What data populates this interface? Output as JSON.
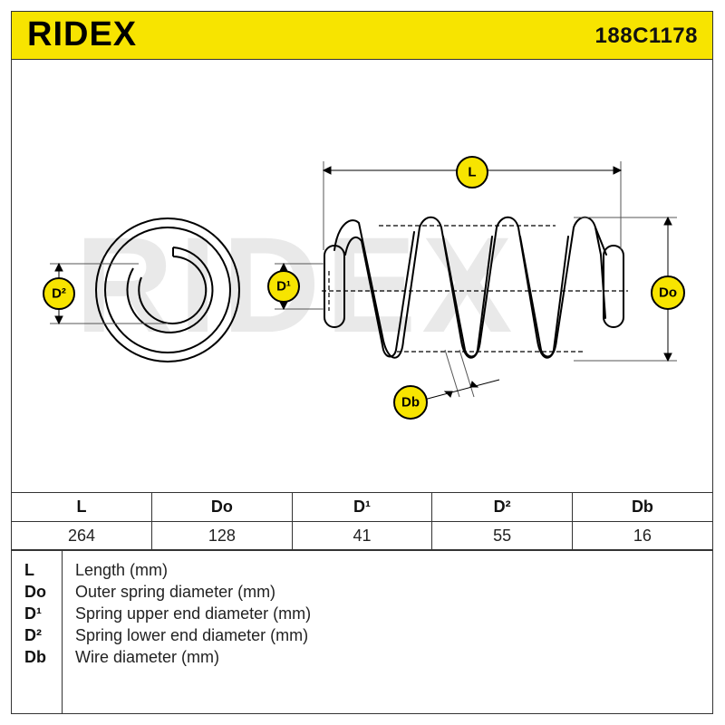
{
  "header": {
    "brand": "RIDEX",
    "part_number": "188C1178",
    "background_color": "#f7e400"
  },
  "diagram": {
    "watermark": "RIDEX",
    "badge_color": "#f7e400",
    "labels": {
      "length": "L",
      "outer_diameter": "Do",
      "upper_end_diameter": "D¹",
      "lower_end_diameter": "D²",
      "wire_diameter": "Db"
    }
  },
  "dimensions_table": {
    "headers": [
      "L",
      "Do",
      "D¹",
      "D²",
      "Db"
    ],
    "values": [
      "264",
      "128",
      "41",
      "55",
      "16"
    ]
  },
  "legend": [
    {
      "abbr": "L",
      "desc": "Length (mm)"
    },
    {
      "abbr": "Do",
      "desc": "Outer spring diameter (mm)"
    },
    {
      "abbr": "D¹",
      "desc": "Spring upper end diameter (mm)"
    },
    {
      "abbr": "D²",
      "desc": "Spring lower end diameter (mm)"
    },
    {
      "abbr": "Db",
      "desc": "Wire diameter (mm)"
    }
  ]
}
